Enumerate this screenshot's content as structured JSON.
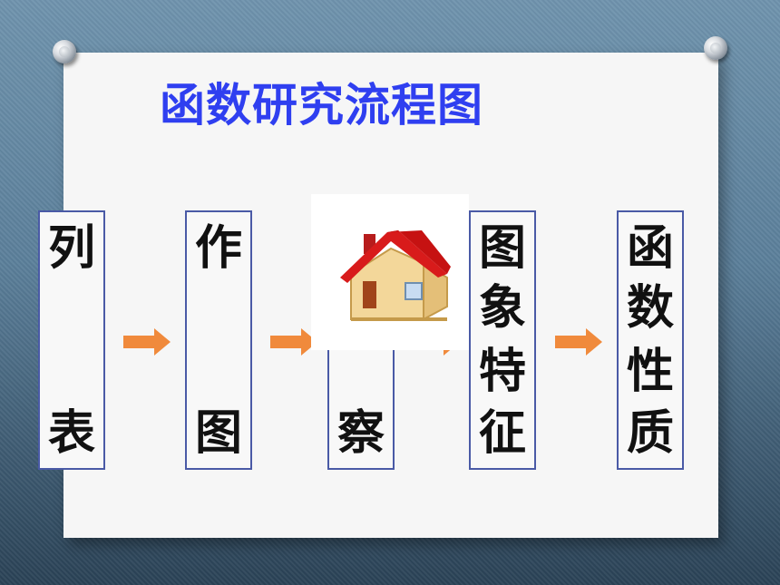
{
  "title": "函数研究流程图",
  "steps": [
    {
      "chars": [
        "列",
        "表"
      ]
    },
    {
      "chars": [
        "作",
        "图"
      ]
    },
    {
      "chars": [
        "察"
      ]
    },
    {
      "chars": [
        "图",
        "象",
        "特",
        "征"
      ]
    },
    {
      "chars": [
        "函",
        "数",
        "性",
        "质"
      ]
    }
  ],
  "colors": {
    "title": "#2f3ff0",
    "box_border": "#4a5aa6",
    "arrow": "#f08a3c"
  },
  "icons": [
    "house-icon",
    "pushpin-icon"
  ]
}
